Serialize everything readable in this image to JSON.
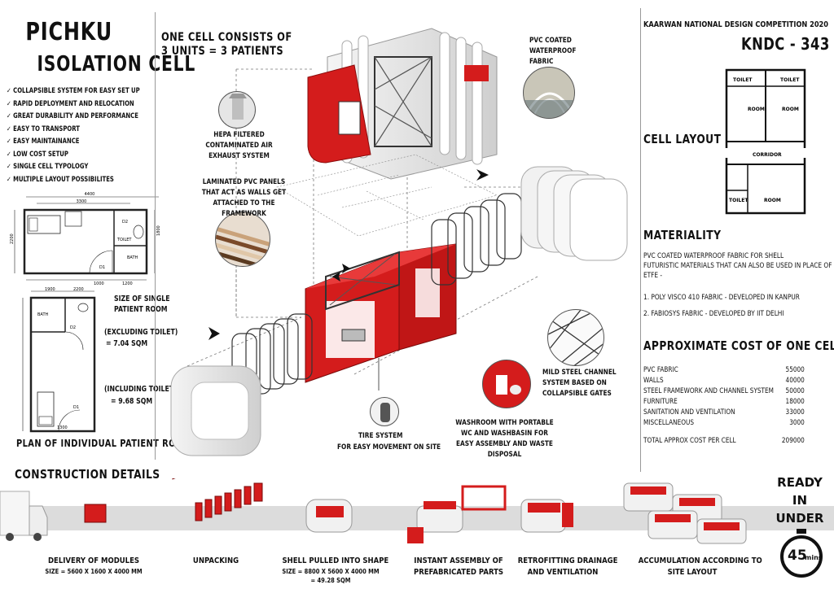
{
  "title": {
    "line1": "PICHKU",
    "line2": "ISOLATION CELL"
  },
  "features": [
    "COLLAPSIBLE SYSTEM FOR EASY SET UP",
    "RAPID DEPLOYMENT AND RELOCATION",
    "GREAT DURABILITY AND PERFORMANCE",
    "EASY TO TRANSPORT",
    "EASY MAINTAINANCE",
    "LOW COST SETUP",
    "SINGLE CELL TYPOLOGY",
    "MULTIPLE LAYOUT POSSIBILITES"
  ],
  "plan1": {
    "dim_top": "4400",
    "dim_inner": "3300",
    "dim_left": "2200",
    "dim_right": "1800",
    "d2": "D2",
    "toilet": "TOILET",
    "bath": "BATH",
    "d1": "D1",
    "d_bottom1": "1000",
    "d_bottom2": "1200"
  },
  "plan2": {
    "d_top1": "1900",
    "d_top2": "2200",
    "bath": "BATH",
    "d2": "D2",
    "d1": "D1",
    "d_bottom": "1300"
  },
  "room_size": {
    "label_line1": "SIZE OF SINGLE",
    "label_line2": "PATIENT ROOM",
    "excl_label": "(EXCLUDING TOILET)",
    "excl_value": "= 7.04 SQM",
    "incl_label": "(INCLUDING TOILET)",
    "incl_value": "= 9.68 SQM"
  },
  "plan_caption": "PLAN OF INDIVIDUAL PATIENT ROOMS",
  "cell_units": {
    "line1": "ONE CELL CONSISTS OF",
    "line2": "3 UNITS = 3 PATIENTS"
  },
  "annotations": {
    "hepa": "HEPA FILTERED CONTAMINATED AIR EXHAUST SYSTEM",
    "pvc_panels": "LAMINATED PVC PANELS THAT ACT AS WALLS  GET ATTACHED TO THE FRAMEWORK",
    "pvc_fabric": "PVC COATED WATERPROOF FABRIC",
    "steel_channel": "MILD STEEL CHANNEL SYSTEM BASED ON COLLAPSIBLE GATES",
    "washroom": "WASHROOM WITH PORTABLE WC AND WASHBASIN FOR EASY ASSEMBLY AND WASTE DISPOSAL",
    "tire_line1": "TIRE SYSTEM",
    "tire_line2": "FOR EASY MOVEMENT ON SITE"
  },
  "competition": {
    "name": "KAARWAN NATIONAL DESIGN COMPETITION 2020",
    "code": "KNDC - 343"
  },
  "cell_layout": {
    "heading": "CELL LAYOUT",
    "toilet1": "TOILET",
    "toilet2": "TOILET",
    "room1": "ROOM",
    "room2": "ROOM",
    "corridor": "CORRIDOR",
    "toilet3": "TOILET",
    "room3": "ROOM"
  },
  "materiality": {
    "heading": "MATERIALITY",
    "text1": "PVC COATED WATERPROOF FABRIC FOR SHELL",
    "text2": "FUTURISTIC MATERIALS THAT CAN ALSO BE USED IN PLACE OF",
    "text3": "ETFE -",
    "item1": "1. POLY VISCO 410 FABRIC - DEVELOPED IN KANPUR",
    "item2": "2. FABIOSYS FABRIC - DEVELOPED BY IIT DELHI"
  },
  "cost": {
    "heading": "APPROXIMATE COST OF ONE CELL",
    "rows": [
      {
        "label": "PVC FABRIC",
        "value": "55000"
      },
      {
        "label": "WALLS",
        "value": "40000"
      },
      {
        "label": "STEEL FRAMEWORK AND CHANNEL SYSTEM",
        "value": "50000"
      },
      {
        "label": "FURNITURE",
        "value": "18000"
      },
      {
        "label": "SANITATION AND VENTILATION",
        "value": "33000"
      },
      {
        "label": "MISCELLANEOUS",
        "value": "3000"
      }
    ],
    "total_label": "TOTAL APPROX COST PER CELL",
    "total_value": "209000"
  },
  "construction": {
    "heading": "CONSTRUCTION DETAILS",
    "steps": [
      {
        "label": "DELIVERY OF MODULES",
        "sub": "SIZE =  5600 X 1600 X 4000 MM"
      },
      {
        "label": "UNPACKING"
      },
      {
        "label": "SHELL PULLED INTO SHAPE",
        "sub": "SIZE = 8800 X 5600 X 4000 MM",
        "sub2": "= 49.28 SQM"
      },
      {
        "label": "INSTANT ASSEMBLY OF",
        "label2": "PREFABRICATED PARTS"
      },
      {
        "label": "RETROFITTING DRAINAGE",
        "label2": "AND VENTILATION"
      },
      {
        "label": "ACCUMULATION ACCORDING TO",
        "label2": "SITE LAYOUT"
      }
    ]
  },
  "ready": {
    "line1": "READY",
    "line2": "IN",
    "line3": "UNDER",
    "minutes": "45",
    "unit": "mins"
  },
  "colors": {
    "accent_red": "#d41c1c",
    "road_gray": "#dcdcdc",
    "frame_dark": "#333333"
  }
}
